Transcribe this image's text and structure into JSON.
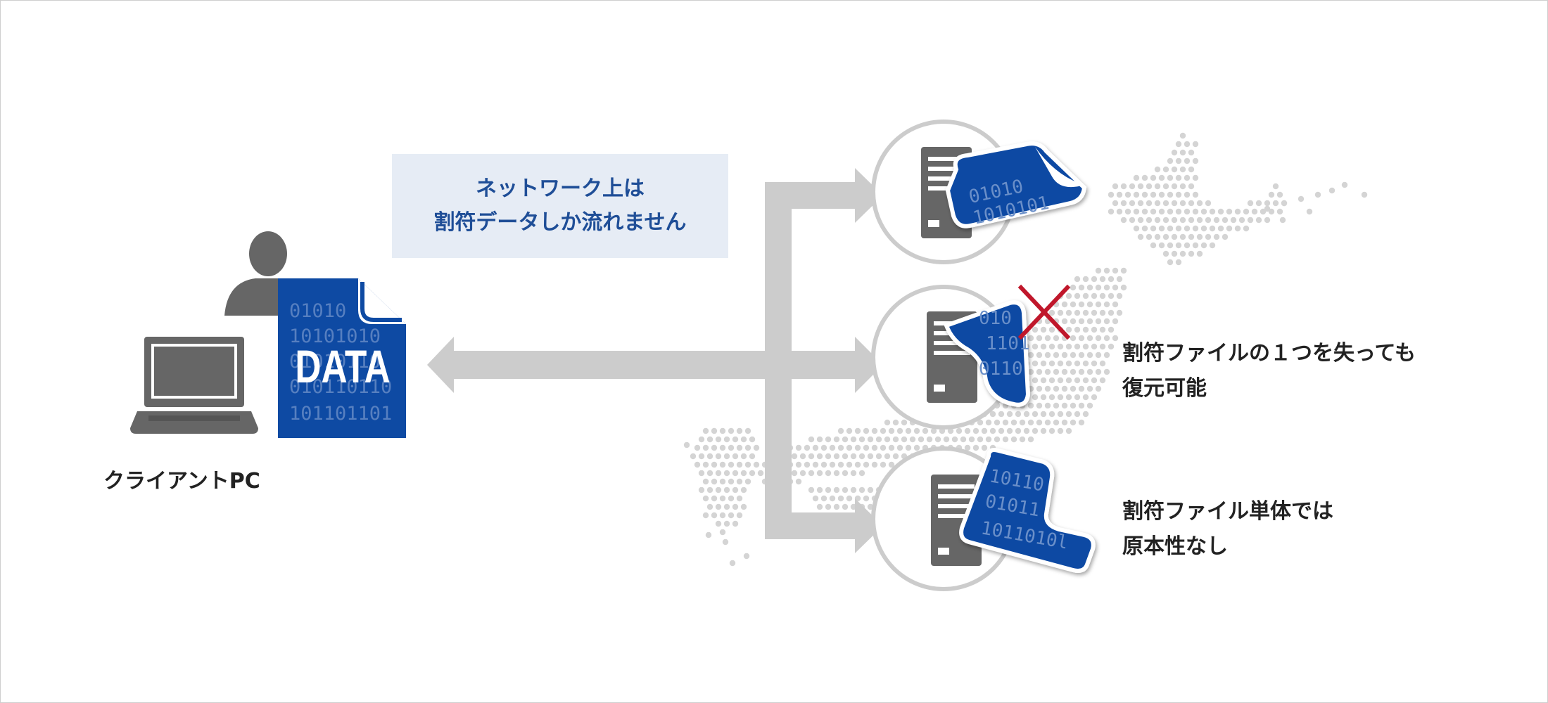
{
  "client": {
    "label": "クライアントPC",
    "data_doc_text": "DATA",
    "binary_lines": [
      "01010",
      "10101010",
      "01010110",
      "010110110",
      "101101101"
    ]
  },
  "callout": {
    "line1": "ネットワーク上は",
    "line2": "割符データしか流れません"
  },
  "nodes": [
    {
      "binary_lines": [
        "01010",
        "1010101"
      ]
    },
    {
      "binary_lines": [
        "010",
        "1101",
        "0110"
      ]
    },
    {
      "binary_lines": [
        "10110",
        "01011",
        "1011010l"
      ]
    }
  ],
  "notes": [
    {
      "line1": "割符ファイルの１つを失っても",
      "line2": "復元可能"
    },
    {
      "line1": "割符ファイル単体では",
      "line2": "原本性なし"
    }
  ],
  "colors": {
    "brand_blue": "#0e4aa3",
    "gray_icon": "#666666",
    "arrow_gray": "#cccccc",
    "callout_bg": "#e6ecf5",
    "callout_text": "#1f4e97",
    "cross_red": "#c0172b",
    "map_dots": "#d4d4d4"
  },
  "icons": [
    "user-icon",
    "laptop-icon",
    "data-document-icon",
    "server-icon",
    "shard-file-icon",
    "cross-icon",
    "japan-map-dots"
  ]
}
